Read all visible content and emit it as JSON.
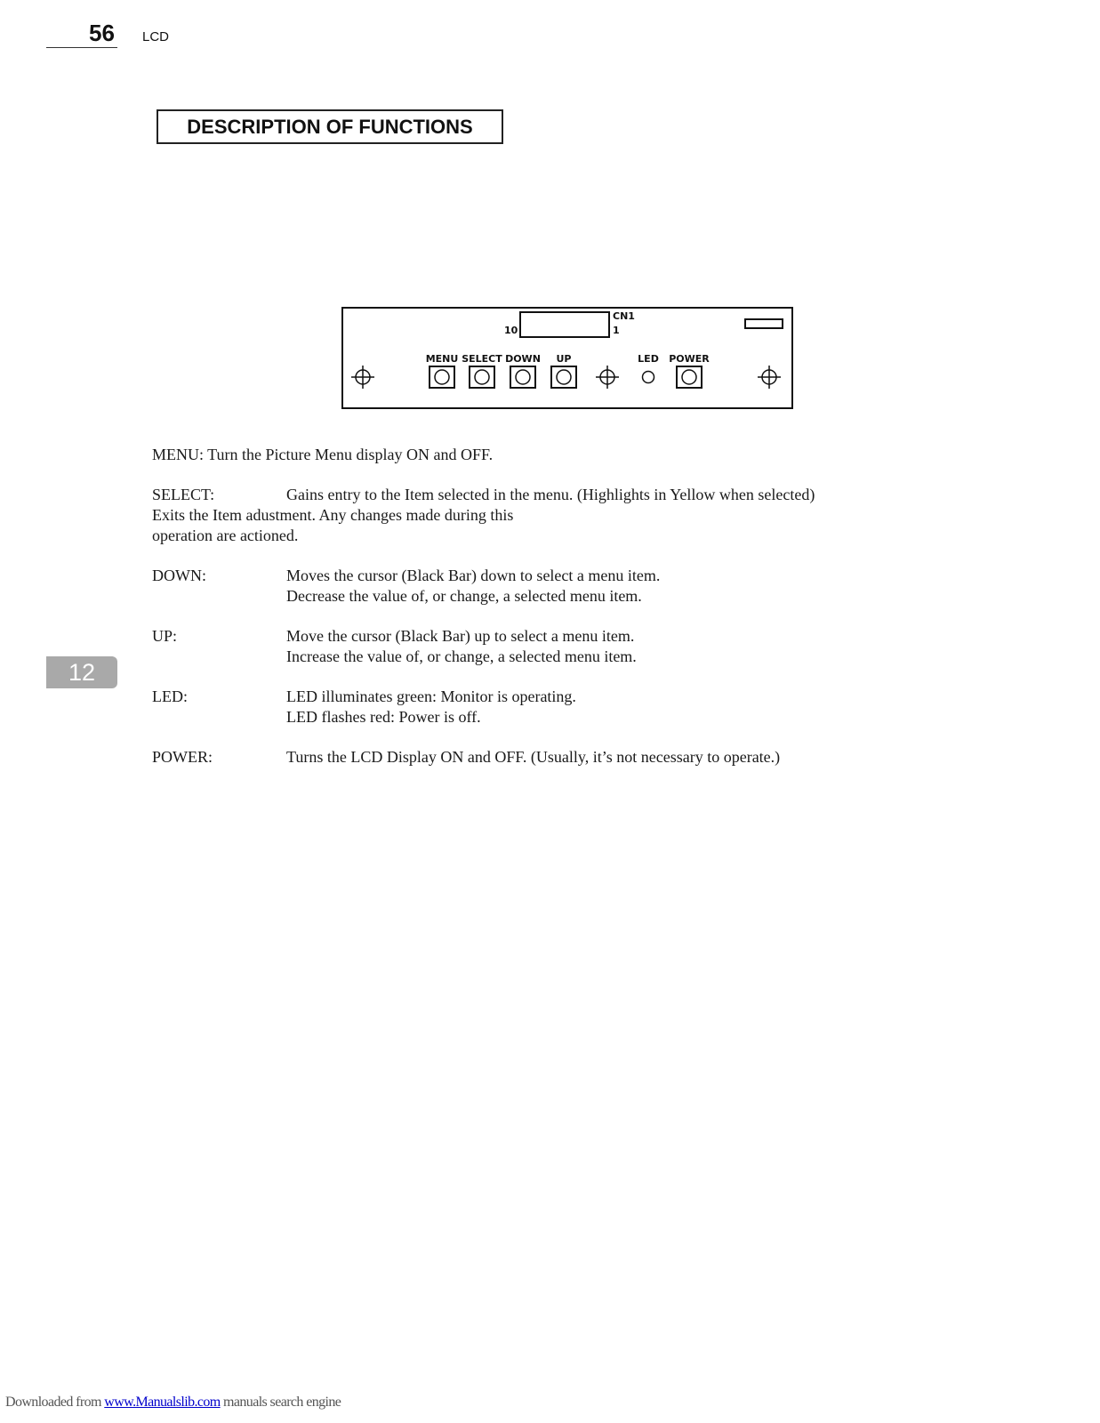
{
  "header": {
    "page_number": "56",
    "section": "LCD"
  },
  "title": "DESCRIPTION OF FUNCTIONS",
  "diagram": {
    "connector_label": "CN1",
    "pin_left": "10",
    "pin_right": "1",
    "buttons": [
      "MENU",
      "SELECT",
      "DOWN",
      "UP"
    ],
    "led_label": "LED",
    "power_label": "POWER"
  },
  "side_tab": "12",
  "descriptions": {
    "menu": {
      "text": "MENU: Turn the Picture Menu display ON and OFF."
    },
    "select": {
      "term": "SELECT:",
      "line1": "Gains entry to the Item selected in the menu.  (Highlights in Yellow when selected)",
      "line2": "Exits the Item adustment.  Any changes made during this",
      "line3": "operation are actioned."
    },
    "down": {
      "term": "DOWN:",
      "line1": "Moves the cursor (Black Bar) down to select a menu item.",
      "line2": "Decrease the value of, or change, a selected menu item."
    },
    "up": {
      "term": "UP:",
      "line1": "Move the cursor (Black Bar) up to select a menu item.",
      "line2": "Increase the value of, or change, a selected menu item."
    },
    "led": {
      "term": "LED:",
      "line1": "LED  illuminates green:  Monitor is operating.",
      "line2": "LED flashes red:  Power is off."
    },
    "power": {
      "term": "POWER:",
      "line1": "Turns the LCD Display ON and OFF.  (Usually, it’s not necessary to operate.)"
    }
  },
  "footer": {
    "prefix": "Downloaded from ",
    "link": "www.Manualslib.com",
    "suffix": " manuals search engine"
  }
}
